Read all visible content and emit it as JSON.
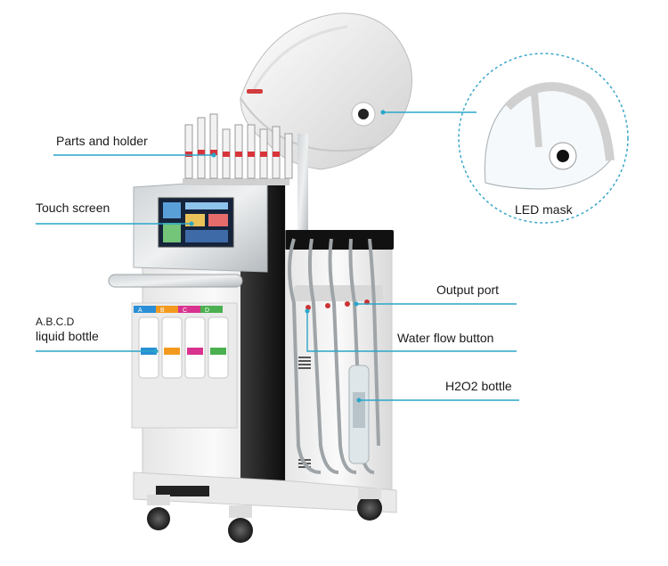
{
  "labels": {
    "parts_holder": "Parts and holder",
    "touch_screen": "Touch screen",
    "liquid_line1": "A.B.C.D",
    "liquid_line2": "liquid bottle",
    "output_port": "Output port",
    "water_flow": "Water flow button",
    "h2o2": "H2O2 bottle",
    "led_mask": "LED mask"
  },
  "bottle_letters": [
    "A",
    "B",
    "C",
    "D"
  ],
  "colors": {
    "callout": "#2aa6c9",
    "bottle_a": "#2a8fd6",
    "bottle_b": "#f39a1e",
    "bottle_c": "#d8338f",
    "bottle_d": "#4bb04f",
    "panel_dark": "#1e1e1e",
    "body_white": "#f2f2f2"
  }
}
